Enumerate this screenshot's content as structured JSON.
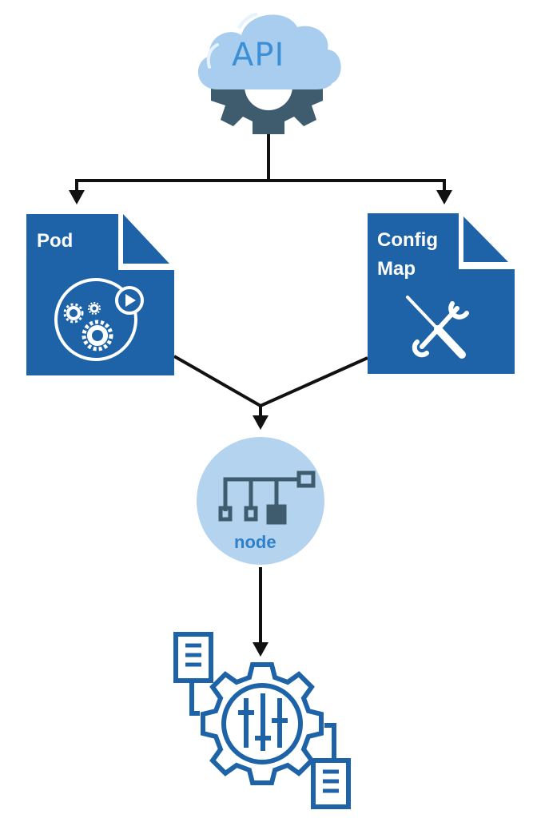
{
  "diagram": {
    "nodes": {
      "api": {
        "label": "API",
        "icon": "cloud-gear-icon"
      },
      "pod": {
        "label": "Pod",
        "icon": "pod-gears-play-icon"
      },
      "configmap": {
        "label_line1": "Config",
        "label_line2": "Map",
        "icon": "tools-icon"
      },
      "node": {
        "label": "node",
        "icon": "network-tree-icon"
      },
      "settings": {
        "icon": "gear-sliders-documents-icon"
      }
    },
    "edges": [
      {
        "from": "api",
        "to": "pod"
      },
      {
        "from": "api",
        "to": "configmap"
      },
      {
        "from": "pod",
        "to": "node"
      },
      {
        "from": "configmap",
        "to": "node"
      },
      {
        "from": "node",
        "to": "settings"
      }
    ],
    "colors": {
      "doc_blue": "#1e63a8",
      "cloud_light": "#a9cdee",
      "gear_dark": "#3f5b6e",
      "node_circle": "#b3d3ef",
      "node_icon": "#3f5b6e",
      "node_text": "#2f80c8",
      "settings_blue": "#1e63a8",
      "arrow": "#111111"
    }
  }
}
